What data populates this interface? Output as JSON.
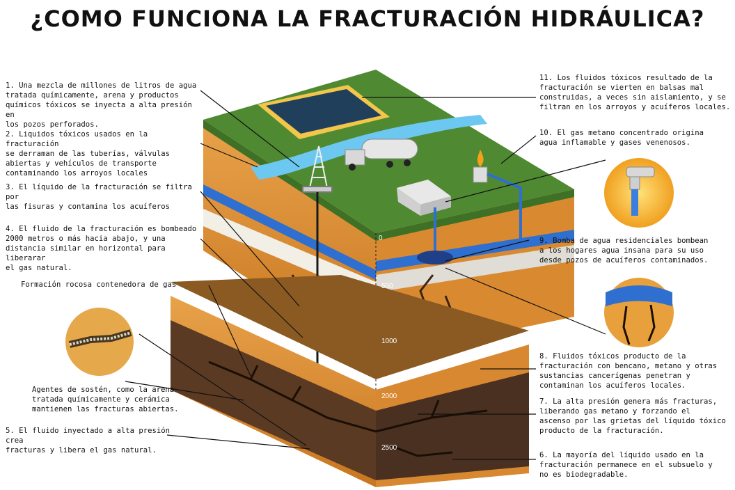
{
  "title": "¿COMO FUNCIONA LA FRACTURACIÓN HIDRÁULICA?",
  "depth_labels": [
    "0",
    "500",
    "1000",
    "2000",
    "2500"
  ],
  "annotations": {
    "n1": "1. Una mezcla de millones de litros de agua\ntratada químicamente, arena y productos\nquímicos tóxicos se inyecta a alta presión en\nlos pozos perforados.",
    "n2": "2. Liquidos tóxicos usados en la fracturación\nse derraman de las tuberías, válvulas\nabiertas y vehículos de transporte\ncontaminando los arroyos locales",
    "n3": "3. El líquido de la fracturación se filtra por\nlas fisuras y contamina los acuíferos",
    "n4": "4. El fluido de la fracturación es bombeado\n2000 metros o más hacia abajo, y una\ndistancia similar en horizontal para liberarar\nel gas natural.",
    "formation": "Formación rocosa contenedora de gas",
    "proppants": "Agentes de sostén, como la arena\ntratada químicamente y cerámica\nmantienen las fracturas abiertas.",
    "n5": "5. El fluido inyectado a alta presión crea\nfracturas y libera el gas natural.",
    "n11": "11. Los fluidos tóxicos resultado de la\nfracturación se vierten en balsas mal\nconstruidas, a veces sin aislamiento, y se\nfiltran en los arroyos y acuíferos locales.",
    "n10": "10. El gas metano concentrado origina\nagua inflamable y gases venenosos.",
    "n9": "9. Bomba de agua residenciales bombean\na los hogares agua insana para su uso\ndesde pozos de acuíferos contaminados.",
    "n8": "8. Fluidos tóxicos producto de la\nfracturación con bencano, metano y otras\nsustancias cancerígenas penetran y\ncontaminan los acuíferos locales.",
    "n7": "7. La alta presión genera más fracturas,\nliberando gas metano y forzando el\nascenso por las grietas del líquido tóxico\nproducto de la fracturación.",
    "n6": "6. La mayoría del líquido usado en la\nfracturación permanece en el subsuelo y\nno es biodegradable."
  }
}
